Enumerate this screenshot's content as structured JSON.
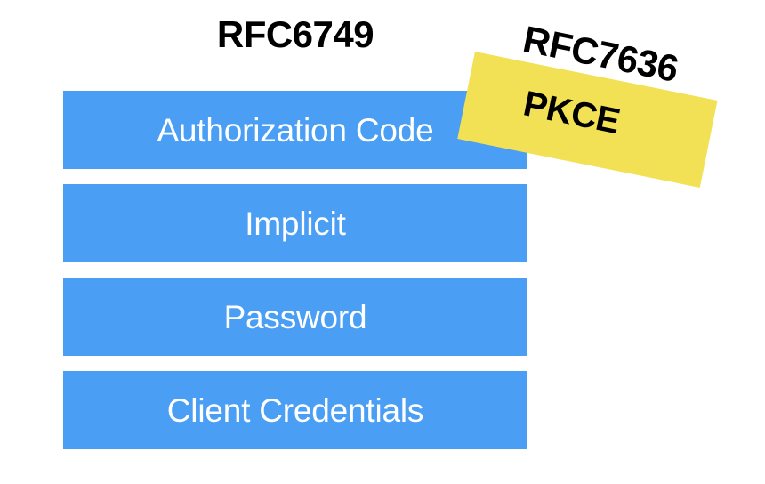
{
  "diagram": {
    "title": "RFC6749",
    "background_color": "#ffffff",
    "bar_color": "#4a9ff5",
    "bar_text_color": "#ffffff",
    "sticker_color": "#f2e155",
    "title_color": "#000000"
  },
  "grant_types": [
    {
      "label": "Authorization Code"
    },
    {
      "label": "Implicit"
    },
    {
      "label": "Password"
    },
    {
      "label": "Client Credentials"
    }
  ],
  "extension": {
    "spec": "RFC7636",
    "name": "PKCE"
  }
}
